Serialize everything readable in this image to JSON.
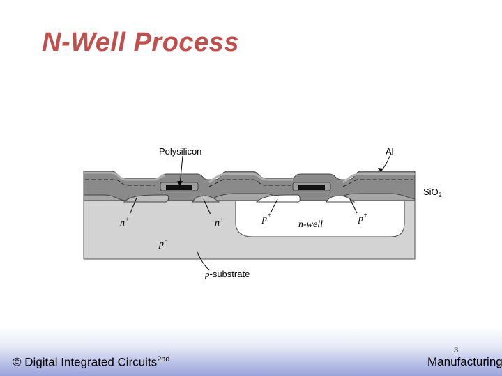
{
  "slide": {
    "title": "N-Well Process"
  },
  "diagram": {
    "labels": {
      "polysilicon": "Polysilicon",
      "al": "Al",
      "sio2_main": "SiO",
      "sio2_sub": "2",
      "nplus": "n",
      "plus_sign": "+",
      "pplus": "p",
      "nwell": "n-well",
      "pminus": "p",
      "minus_sign": "−",
      "psubstrate_p": "p",
      "psubstrate_rest": "-substrate"
    }
  },
  "footer": {
    "copyright_symbol": "©",
    "left_text": "Digital Integrated Circuits",
    "left_sup": "2nd",
    "page_number": "3",
    "right_text": "Manufacturing"
  }
}
